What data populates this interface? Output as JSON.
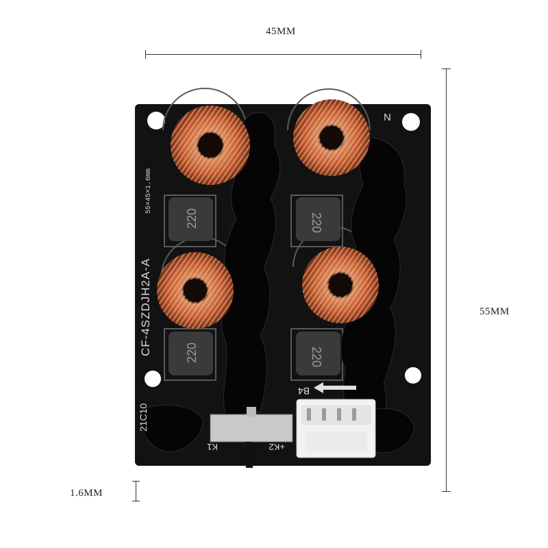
{
  "dimensions": {
    "width_label": "45MM",
    "height_label": "55MM",
    "thickness_label": "1.6MM"
  },
  "board": {
    "model_text": "CF-4SZDJH2A-A",
    "size_text": "55×45×1.6mm",
    "date_code": "21C10",
    "inductor_markings": [
      "220",
      "220",
      "220",
      "220"
    ],
    "corner_mark": "N",
    "connector_label": "B4",
    "switch_labels": [
      "K1",
      "+K2"
    ],
    "colors": {
      "pcb": "#121212",
      "copper_coil": "#c8653a",
      "connector": "#f2f2f2",
      "switch": "#c9c9c9"
    }
  }
}
